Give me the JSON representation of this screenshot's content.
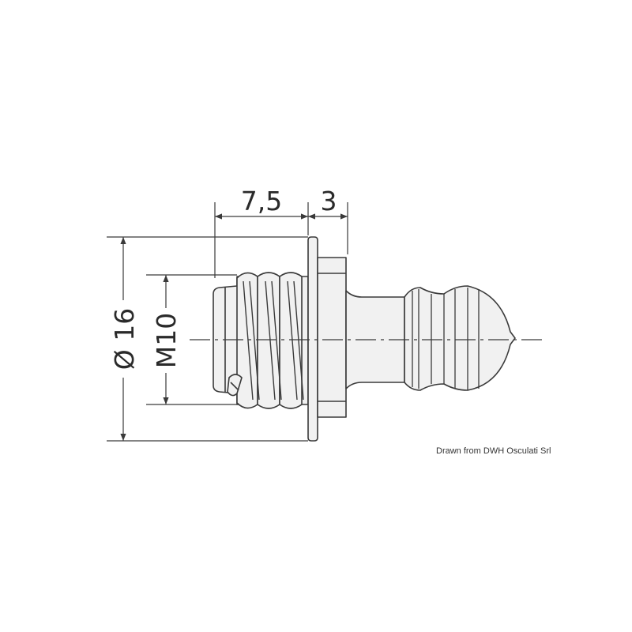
{
  "drawing": {
    "dimensions": {
      "shank_length": "7,5",
      "flange_thickness": "3",
      "flange_diameter": "Ø 16",
      "thread": "M10"
    },
    "credit": "Drawn from DWH Osculati Srl",
    "colors": {
      "line": "#3a3a3a",
      "part_fill": "#f1f1f1",
      "background": "#ffffff"
    }
  }
}
